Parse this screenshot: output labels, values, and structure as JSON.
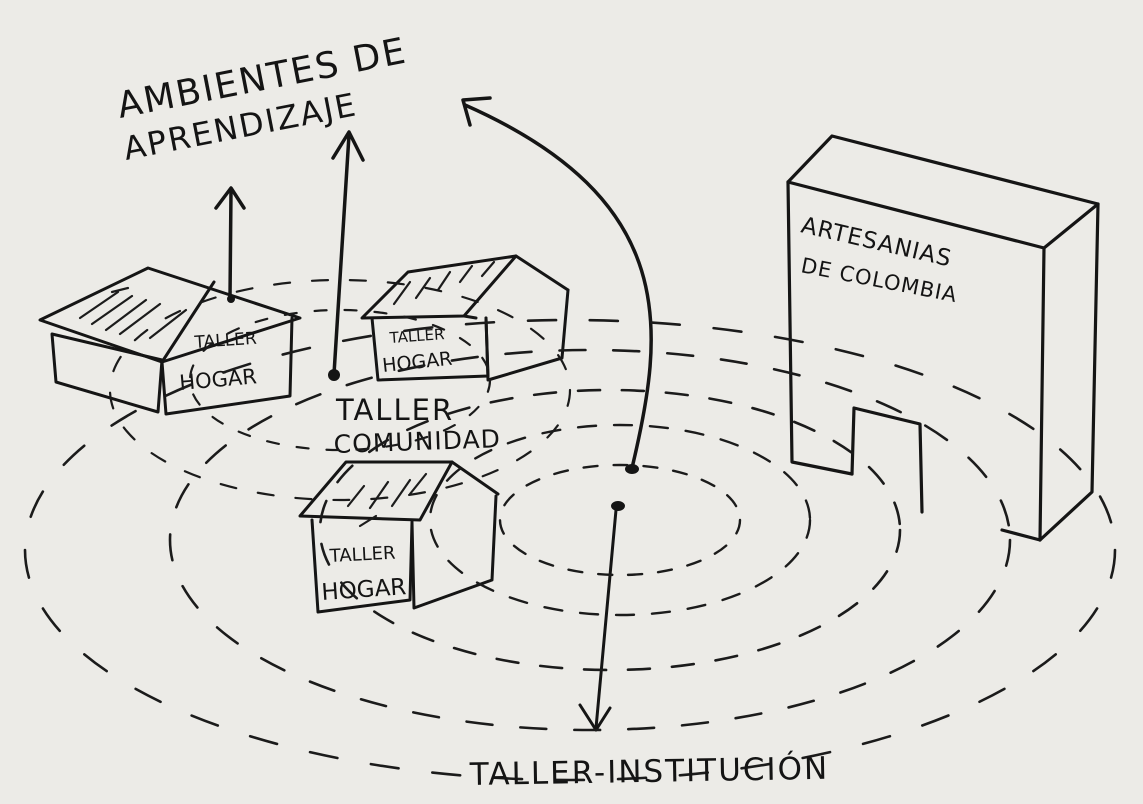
{
  "title": {
    "line1": "AMBIENTES DE",
    "line2": "APRENDIZAJE"
  },
  "houses": [
    {
      "line1": "TALLER",
      "line2": "HOGAR"
    },
    {
      "line1": "TALLER",
      "line2": "HOGAR"
    },
    {
      "line1": "TALLER",
      "line2": "HOGAR"
    }
  ],
  "community": {
    "line1": "TALLER",
    "line2": "COMUNIDAD"
  },
  "institution": {
    "line1": "ARTESANIAS",
    "line2": "DE COLOMBIA"
  },
  "bottom_label": "TALLER-INSTITUCIÓN",
  "colors": {
    "paper": "#ecebe7",
    "ink": "#151515"
  }
}
